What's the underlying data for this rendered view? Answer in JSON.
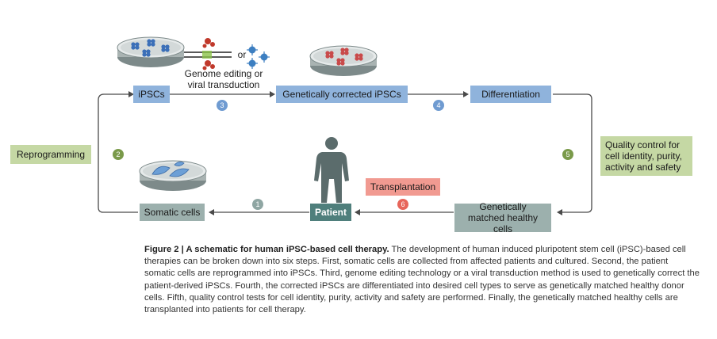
{
  "steps": {
    "ipscs": "iPSCs",
    "corrected": "Genetically corrected iPSCs",
    "differentiation": "Differentiation",
    "reprogramming": "Reprogramming",
    "quality": "Quality control for cell identity, purity, activity and safety",
    "somatic": "Somatic cells",
    "patient": "Patient",
    "transplantation": "Transplantation",
    "healthy": "Genetically matched healthy cells",
    "editing": "Genome editing or viral transduction",
    "or": "or"
  },
  "numbers": {
    "n1": "1",
    "n2": "2",
    "n3": "3",
    "n4": "4",
    "n5": "5",
    "n6": "6"
  },
  "caption": {
    "title": "Figure 2 | A schematic for human iPSC-based cell therapy.",
    "body": " The development of human induced pluripotent stem cell (iPSC)-based cell therapies can be broken down into six steps. First, somatic cells are collected from affected patients and cultured. Second, the patient somatic cells are reprogrammed into iPSCs. Third, genome editing technology or a viral transduction method is used to genetically correct the patient-derived iPSCs. Fourth, the corrected iPSCs are differentiated into desired cell types to serve as genetically matched healthy donor cells. Fifth, quality control tests for cell identity, purity, activity and safety are performed. Finally, the genetically matched healthy cells are transplanted into patients for cell therapy."
  },
  "colors": {
    "blue_box": "#8fb3dc",
    "green_box": "#c5d8a4",
    "grey_box": "#9cb0ad",
    "red_box": "#f19a91",
    "patient_box": "#4f7f7c",
    "arrow": "#4a4a4a"
  },
  "icons": [
    "petri-dish-icon",
    "crispr-icon",
    "virus-icon",
    "human-figure-icon"
  ]
}
